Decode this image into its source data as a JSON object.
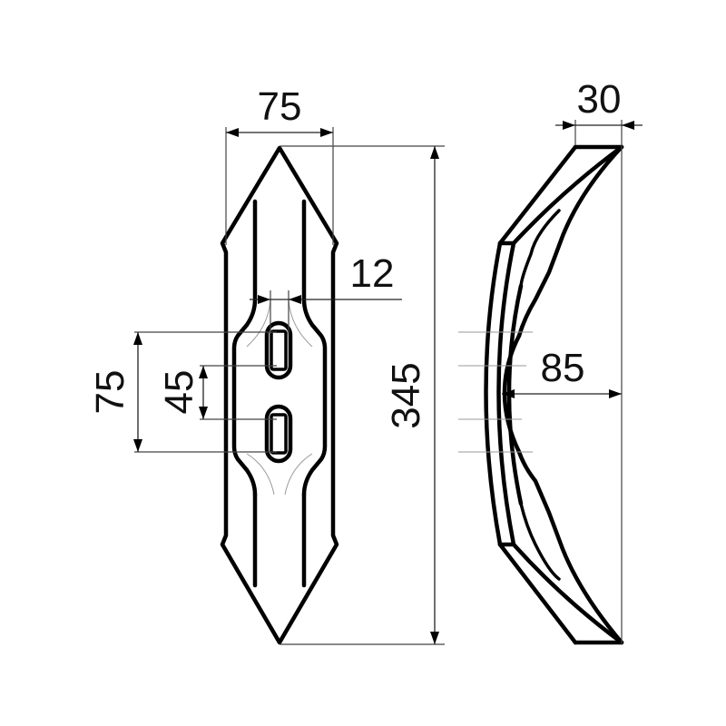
{
  "drawing": {
    "title": "Double-pointed reversible cultivator tine point / shovel",
    "views": [
      "front-view",
      "side-view"
    ],
    "line_color": "#000000",
    "extension_line_color": "#444444",
    "hidden_line_color": "#9a9a9a"
  },
  "dimensions": {
    "overall_width": {
      "value": "75",
      "unit": "mm",
      "orientation": "horizontal"
    },
    "slot_width": {
      "value": "12",
      "unit": "mm",
      "orientation": "horizontal"
    },
    "slot_outer_span": {
      "value": "75",
      "unit": "mm",
      "orientation": "vertical"
    },
    "slot_center_spacing": {
      "value": "45",
      "unit": "mm",
      "orientation": "vertical"
    },
    "overall_length": {
      "value": "345",
      "unit": "mm",
      "orientation": "vertical"
    },
    "thickness_depth": {
      "value": "30",
      "unit": "mm",
      "orientation": "horizontal"
    },
    "curvature_offset": {
      "value": "85",
      "unit": "mm",
      "orientation": "horizontal"
    }
  }
}
